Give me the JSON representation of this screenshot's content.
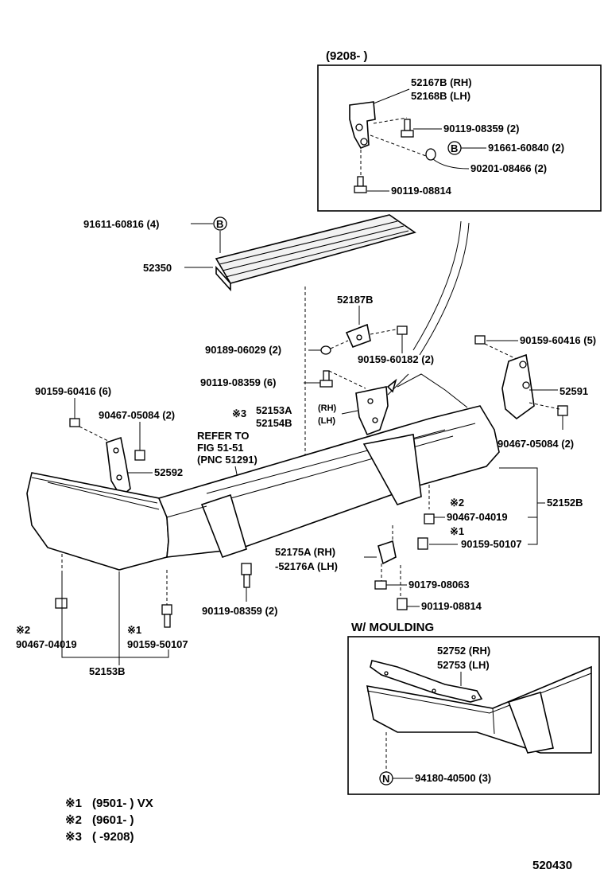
{
  "date_range_top": "(9208-        )",
  "inset_top": {
    "bracket_rh": "52167B (RH)",
    "bracket_lh": "52168B (LH)",
    "bolt_a": "90119-08359 (2)",
    "nut_b": "91661-60840 (2)",
    "nut_b_marker": "B",
    "washer": "90201-08466 (2)",
    "bolt_c": "90119-08814"
  },
  "parts": {
    "p91611": "91611-60816 (4)",
    "p91611_marker": "B",
    "p52350": "52350",
    "p52187b": "52187B",
    "p90189": "90189-06029 (2)",
    "p90159_60182": "90159-60182 (2)",
    "p90119_6": "90119-08359 (6)",
    "p90159_60416_r": "90159-60416 (5)",
    "p52591": "52591",
    "p90467_05084_r": "90467-05084 (2)",
    "p90159_60416_l": "90159-60416 (6)",
    "p90467_05084_l": "90467-05084 (2)",
    "note3": "※3",
    "p52153a": "52153A",
    "p52153a_side": "(RH)",
    "p52154b": "52154B",
    "p52154b_side": "(LH)",
    "refer1": "REFER TO",
    "refer2": "FIG 51-51",
    "refer3": "(PNC 51291)",
    "p52592": "52592",
    "note2a": "※2",
    "p90467_04019_r": "90467-04019",
    "p52152b": "52152B",
    "note1a": "※1",
    "p90159_50107_r": "90159-50107",
    "p52175a": "52175A (RH)",
    "p52176a": "-52176A (LH)",
    "p90179": "90179-08063",
    "p90119_08814": "90119-08814",
    "p90119_2": "90119-08359 (2)",
    "note2b": "※2",
    "p90467_04019_l": "90467-04019",
    "note1b": "※1",
    "p90159_50107_l": "90159-50107",
    "p52153b": "52153B"
  },
  "inset_moulding": {
    "title": "W/ MOULDING",
    "p52752": "52752 (RH)",
    "p52753": "52753 (LH)",
    "p94180": "94180-40500 (3)",
    "marker": "N"
  },
  "notes": [
    {
      "mark": "※1",
      "range": "(9501-        ) VX"
    },
    {
      "mark": "※2",
      "range": "(9601-        )"
    },
    {
      "mark": "※3",
      "range": "(        -9208)"
    }
  ],
  "diagram_number": "520430"
}
